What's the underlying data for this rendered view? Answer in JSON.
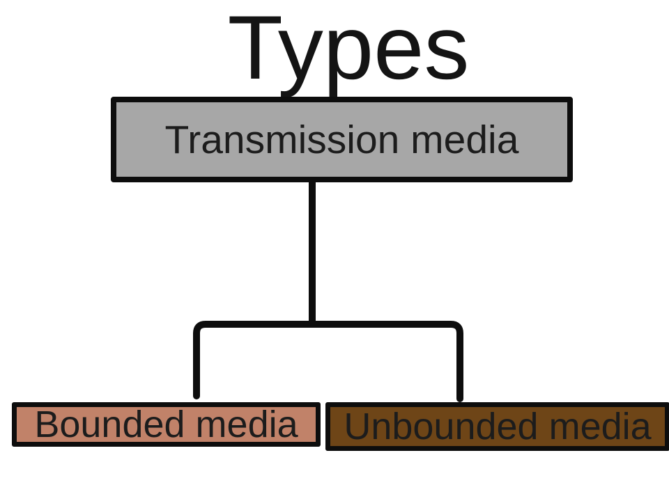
{
  "diagram": {
    "title": "Types",
    "root": {
      "label": "Transmission media",
      "fill": "#a7a7a7"
    },
    "children": [
      {
        "label": "Bounded media",
        "fill": "#c18269"
      },
      {
        "label": "Unbounded media",
        "fill": "#6e4517"
      }
    ],
    "connector_color": "#0d0d0d",
    "border_color": "#0d0d0d"
  }
}
